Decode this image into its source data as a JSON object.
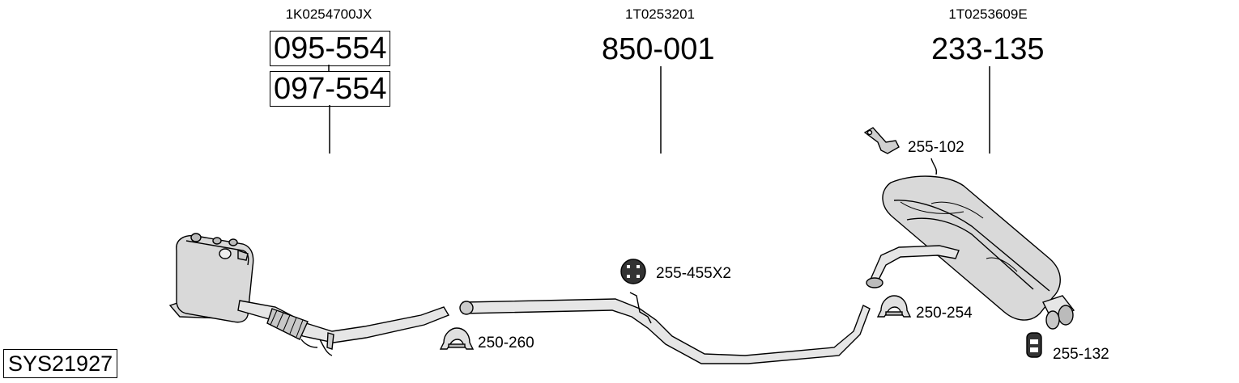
{
  "system_code": "SYS21927",
  "groups": [
    {
      "oe_number": "1K0254700JX",
      "part_numbers": [
        "095-554",
        "097-554"
      ]
    },
    {
      "oe_number": "1T0253201",
      "part_numbers": [
        "850-001"
      ]
    },
    {
      "oe_number": "1T0253609E",
      "part_numbers": [
        "233-135"
      ]
    }
  ],
  "accessories": [
    {
      "label": "255-102",
      "icon": "hanger-bracket-icon"
    },
    {
      "label": "255-455X2",
      "icon": "rubber-mount-icon"
    },
    {
      "label": "250-254",
      "icon": "pipe-clamp-icon"
    },
    {
      "label": "250-260",
      "icon": "pipe-clamp-icon"
    },
    {
      "label": "255-132",
      "icon": "rubber-hanger-icon"
    }
  ]
}
